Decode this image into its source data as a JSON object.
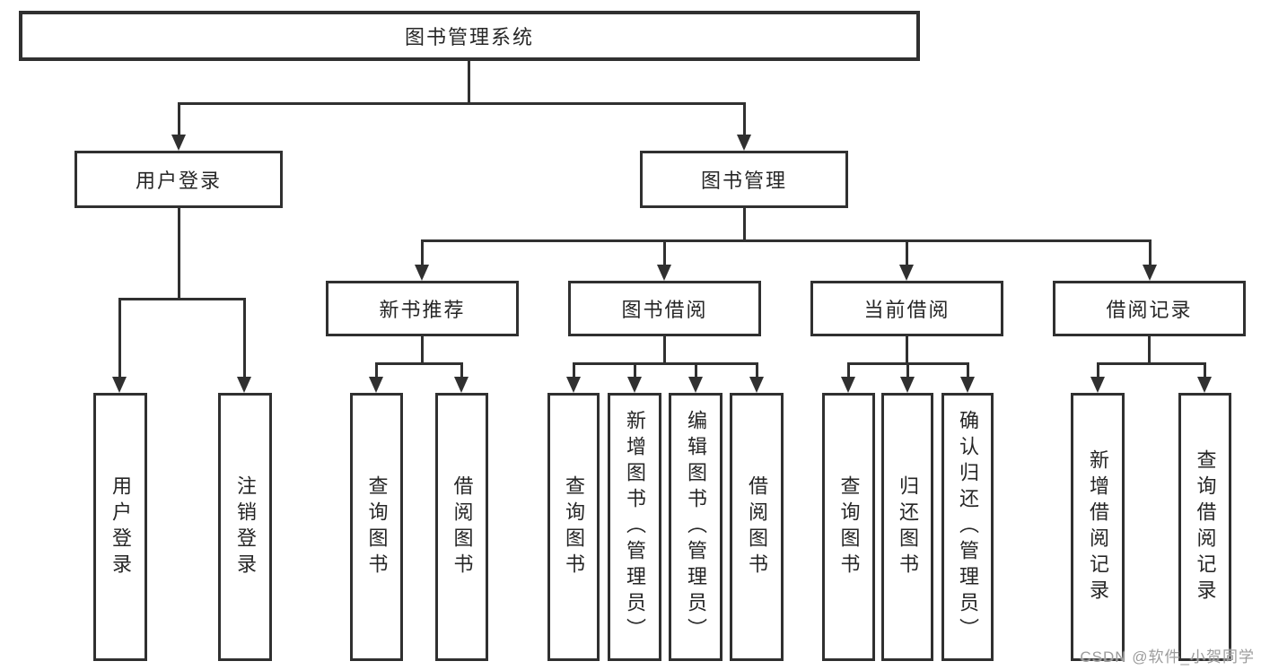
{
  "nodes": {
    "root": "图书管理系统",
    "level2": [
      "用户登录",
      "图书管理"
    ],
    "level3": [
      "新书推荐",
      "图书借阅",
      "当前借阅",
      "借阅记录"
    ],
    "leaves": {
      "user_login": [
        "用户登录",
        "注销登录"
      ],
      "new_book_rec": [
        "查询图书",
        "借阅图书"
      ],
      "book_borrow": [
        "查询图书",
        "新增图书（管理员）",
        "编辑图书（管理员）",
        "借阅图书"
      ],
      "current_borrow": [
        "查询图书",
        "归还图书",
        "确认归还（管理员）"
      ],
      "borrow_record": [
        "新增借阅记录",
        "查询借阅记录"
      ]
    }
  },
  "watermark": "CSDN @软件_小贺同学",
  "colors": {
    "line": "#303030",
    "text": "#262626",
    "background": "#ffffff",
    "watermark": "#9c9c9c"
  }
}
